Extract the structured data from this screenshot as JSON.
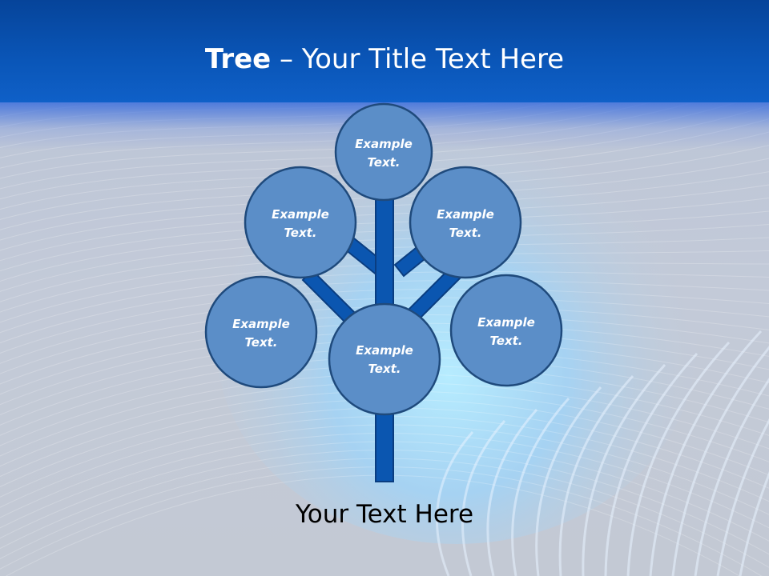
{
  "slide": {
    "title_bold": "Tree",
    "title_rest": " – Your Title Text Here",
    "caption": "Your Text Here"
  },
  "nodes": [
    {
      "id": "top",
      "line1": "Example",
      "line2": "Text."
    },
    {
      "id": "upper-left",
      "line1": "Example",
      "line2": "Text."
    },
    {
      "id": "upper-right",
      "line1": "Example",
      "line2": "Text."
    },
    {
      "id": "lower-left",
      "line1": "Example",
      "line2": "Text."
    },
    {
      "id": "center",
      "line1": "Example",
      "line2": "Text."
    },
    {
      "id": "lower-right",
      "line1": "Example",
      "line2": "Text."
    }
  ],
  "colors": {
    "title_bar": "#0a56b8",
    "node_fill": "#5b8ec8",
    "node_stroke": "#1f4a7c",
    "trunk_fill": "#0b56b0",
    "trunk_stroke": "#0a3d80"
  }
}
